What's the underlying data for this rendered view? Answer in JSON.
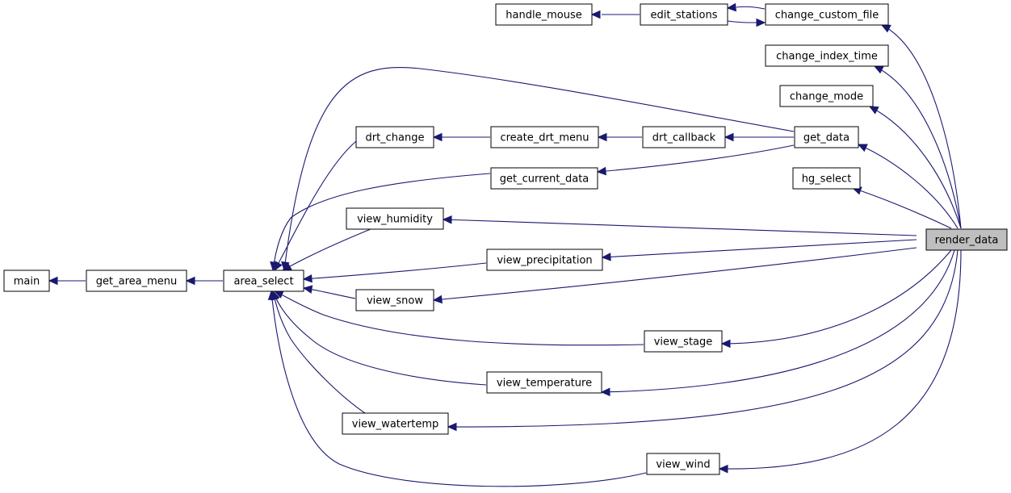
{
  "graph": {
    "colors": {
      "edge": "#191970",
      "node_border": "#000000",
      "root_fill": "#bfbfbf",
      "background": "#ffffff"
    },
    "nodes": {
      "handle_mouse": "handle_mouse",
      "edit_stations": "edit_stations",
      "change_custom_file": "change_custom_file",
      "change_index_time": "change_index_time",
      "change_mode": "change_mode",
      "drt_change": "drt_change",
      "create_drt_menu": "create_drt_menu",
      "drt_callback": "drt_callback",
      "get_data": "get_data",
      "get_current_data": "get_current_data",
      "hg_select": "hg_select",
      "view_humidity": "view_humidity",
      "render_data": "render_data",
      "main": "main",
      "get_area_menu": "get_area_menu",
      "area_select": "area_select",
      "view_precipitation": "view_precipitation",
      "view_snow": "view_snow",
      "view_stage": "view_stage",
      "view_temperature": "view_temperature",
      "view_watertemp": "view_watertemp",
      "view_wind": "view_wind"
    },
    "edges": [
      [
        "edit_stations",
        "handle_mouse"
      ],
      [
        "change_custom_file",
        "edit_stations"
      ],
      [
        "edit_stations",
        "change_custom_file"
      ],
      [
        "render_data",
        "change_custom_file"
      ],
      [
        "render_data",
        "change_index_time"
      ],
      [
        "render_data",
        "change_mode"
      ],
      [
        "render_data",
        "get_data"
      ],
      [
        "render_data",
        "hg_select"
      ],
      [
        "render_data",
        "view_humidity"
      ],
      [
        "render_data",
        "view_precipitation"
      ],
      [
        "render_data",
        "view_snow"
      ],
      [
        "render_data",
        "view_stage"
      ],
      [
        "render_data",
        "view_temperature"
      ],
      [
        "render_data",
        "view_watertemp"
      ],
      [
        "render_data",
        "view_wind"
      ],
      [
        "get_data",
        "drt_callback"
      ],
      [
        "get_data",
        "get_current_data"
      ],
      [
        "get_data",
        "area_select"
      ],
      [
        "drt_callback",
        "create_drt_menu"
      ],
      [
        "create_drt_menu",
        "drt_change"
      ],
      [
        "drt_change",
        "area_select"
      ],
      [
        "get_current_data",
        "area_select"
      ],
      [
        "view_humidity",
        "area_select"
      ],
      [
        "view_precipitation",
        "area_select"
      ],
      [
        "view_snow",
        "area_select"
      ],
      [
        "view_stage",
        "area_select"
      ],
      [
        "view_temperature",
        "area_select"
      ],
      [
        "view_watertemp",
        "area_select"
      ],
      [
        "view_wind",
        "area_select"
      ],
      [
        "area_select",
        "get_area_menu"
      ],
      [
        "get_area_menu",
        "main"
      ]
    ]
  }
}
